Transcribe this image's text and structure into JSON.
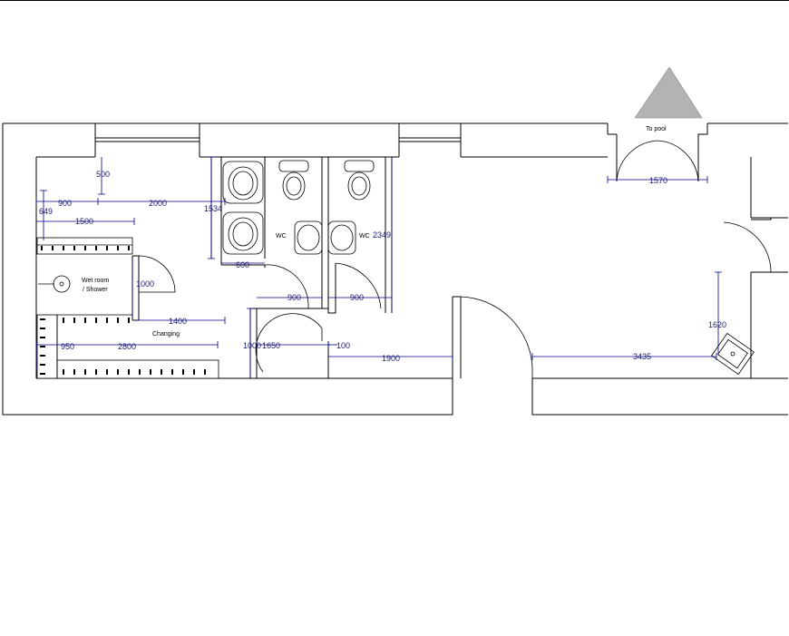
{
  "labels": {
    "to_pool": "To pool",
    "wet_room_line1": "Wet room",
    "wet_room_line2": "/ Shower",
    "changing": "Changing",
    "wc_left": "WC",
    "wc_right": "WC"
  },
  "dimensions": {
    "d500": "500",
    "d900_top": "900",
    "d2000": "2000",
    "d1534": "1534",
    "d649": "649",
    "d1500": "1500",
    "d600": "600",
    "d2349": "2349",
    "d1000_door": "1000",
    "d900_wc1": "900",
    "d900_wc2": "900",
    "d1400": "1400",
    "d950": "950",
    "d2800": "2800",
    "d1000_v": "1000",
    "d1650": "1650",
    "d100": "100",
    "d1900": "1900",
    "d3435": "3435",
    "d1620": "1620",
    "d1570": "1570"
  }
}
